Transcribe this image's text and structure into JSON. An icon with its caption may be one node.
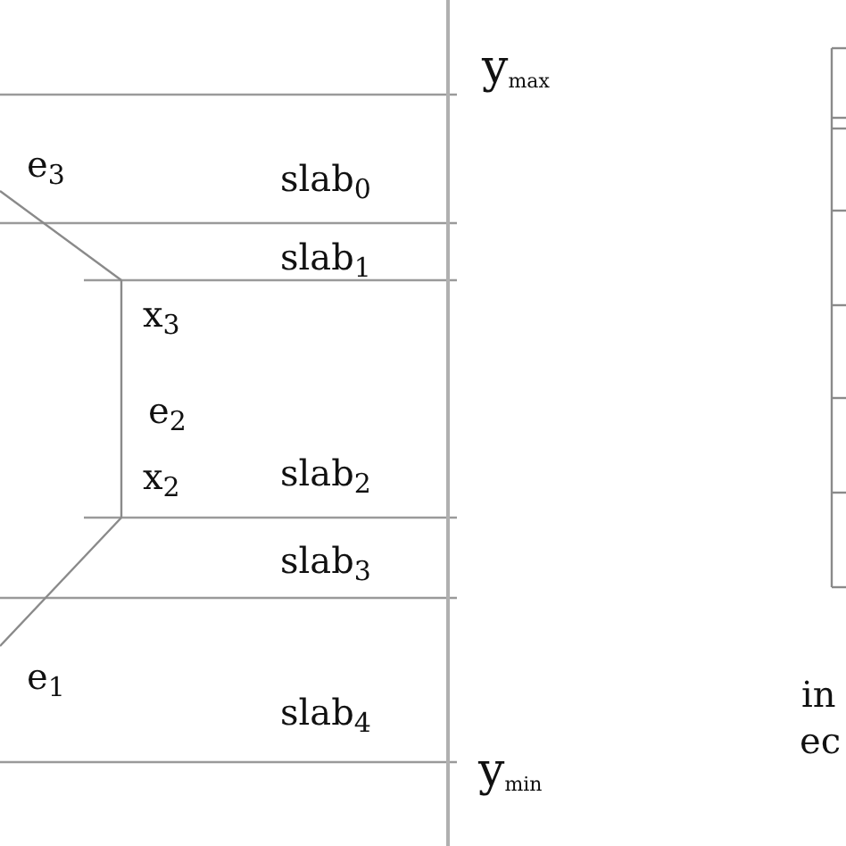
{
  "diagram": {
    "labels": [
      "y$_{max}$",
      "e$_{3}$",
      "slab$_{0}$",
      "slab$_{1}$",
      "x$_{3}$",
      "e$_{2}$",
      "x$_{2}$",
      "slab$_{2}$",
      "slab$_{3}$",
      "e$_{1}$",
      "in",
      "slab$_{4}$",
      "ec",
      "y$_{min}$"
    ]
  }
}
